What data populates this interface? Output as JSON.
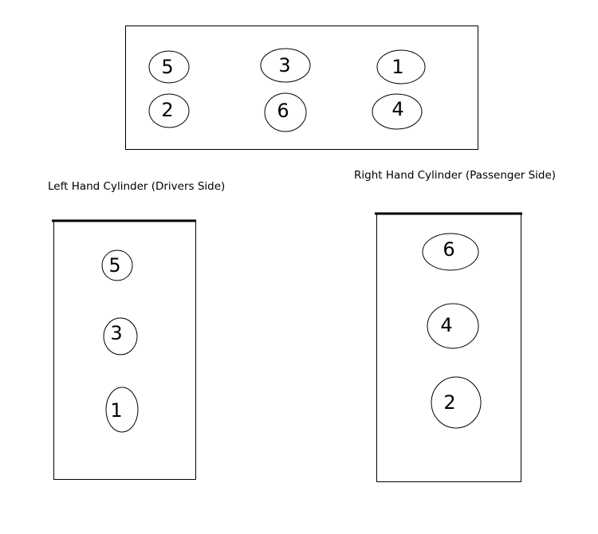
{
  "top_block": {
    "cylinders": [
      "5",
      "3",
      "1",
      "2",
      "6",
      "4"
    ]
  },
  "left_bank": {
    "title": "Left Hand Cylinder (Drivers Side)",
    "cylinders": [
      "5",
      "3",
      "1"
    ]
  },
  "right_bank": {
    "title": "Right Hand Cylinder (Passenger Side)",
    "cylinders": [
      "6",
      "4",
      "2"
    ]
  }
}
